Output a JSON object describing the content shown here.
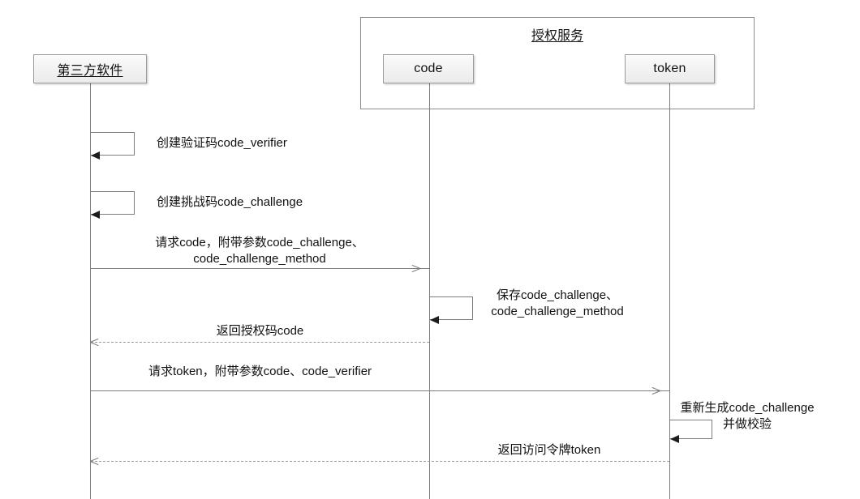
{
  "diagram": {
    "kind": "uml-sequence-diagram",
    "background_color": "#ffffff",
    "line_color": "#7d7d7d",
    "text_color": "#111111",
    "box_fill": "#f2f2f2",
    "box_border": "#9a9a9a"
  },
  "group": {
    "title": "授权服务"
  },
  "participants": [
    {
      "id": "third-party",
      "label": "第三方软件"
    },
    {
      "id": "code",
      "label": "code"
    },
    {
      "id": "token",
      "label": "token"
    }
  ],
  "messages": [
    {
      "id": "create-verifier",
      "kind": "self-call",
      "actor": "third-party",
      "label": "创建验证码code_verifier"
    },
    {
      "id": "create-challenge",
      "kind": "self-call",
      "actor": "third-party",
      "label": "创建挑战码code_challenge"
    },
    {
      "id": "request-code",
      "kind": "call",
      "from": "third-party",
      "to": "code",
      "label": "请求code，附带参数code_challenge、\ncode_challenge_method"
    },
    {
      "id": "save-challenge",
      "kind": "self-call",
      "actor": "code",
      "label": "保存code_challenge、\ncode_challenge_method"
    },
    {
      "id": "return-code",
      "kind": "return",
      "from": "code",
      "to": "third-party",
      "label": "返回授权码code"
    },
    {
      "id": "request-token",
      "kind": "call",
      "from": "third-party",
      "to": "token",
      "label": "请求token，附带参数code、code_verifier"
    },
    {
      "id": "regenerate-challenge",
      "kind": "self-call",
      "actor": "token",
      "label": "重新生成code_challenge\n并做校验"
    },
    {
      "id": "return-token",
      "kind": "return",
      "from": "token",
      "to": "third-party",
      "label": "返回访问令牌token"
    }
  ]
}
